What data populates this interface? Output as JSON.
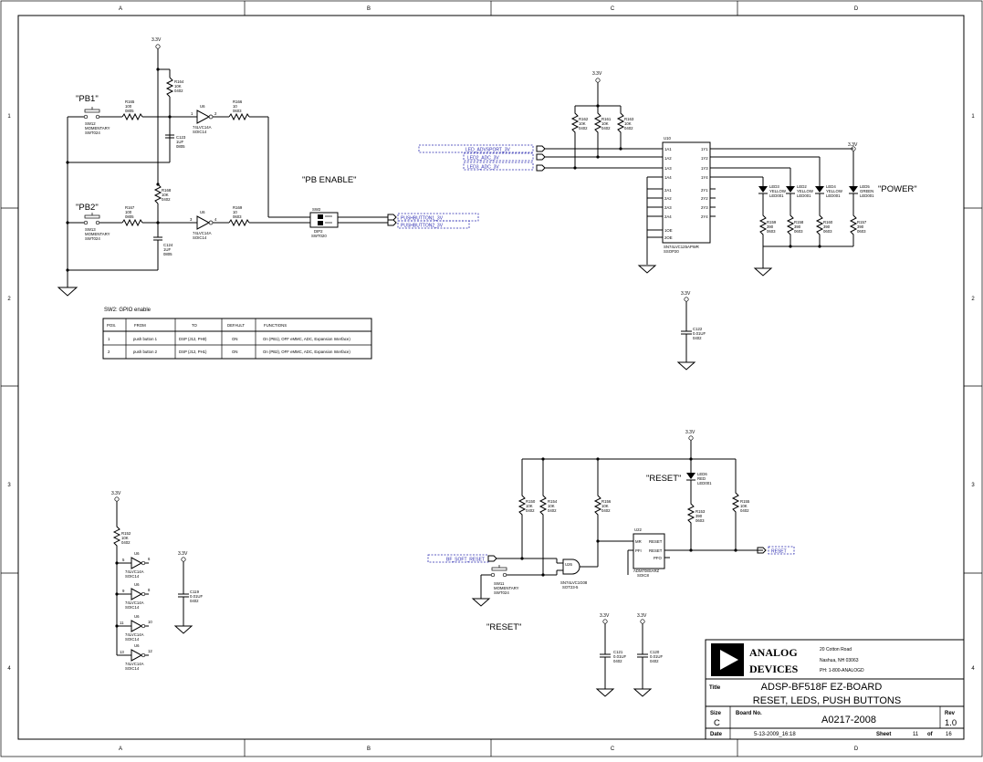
{
  "frame": {
    "columns": [
      "A",
      "B",
      "C",
      "D"
    ],
    "rows": [
      "1",
      "2",
      "3",
      "4"
    ]
  },
  "power": {
    "net": "3.3V"
  },
  "push_buttons": {
    "pb1_label": "\"PB1\"",
    "pb2_label": "\"PB2\"",
    "sw12": [
      "SW12",
      "MOMENTARY",
      "SWT024"
    ],
    "sw13": [
      "SW13",
      "MOMENTARY",
      "SWT024"
    ],
    "r165": [
      "R165",
      "100",
      "0805"
    ],
    "r167": [
      "R167",
      "100",
      "0805"
    ],
    "r164": [
      "R164",
      "10K",
      "0402"
    ],
    "r168": [
      "R168",
      "10K",
      "0402"
    ],
    "c123": [
      "C123",
      "1UF",
      "0805"
    ],
    "c124": [
      "C124",
      "1UF",
      "0805"
    ],
    "u6a": [
      "U6",
      "74LVC14A",
      "SOIC14"
    ],
    "u6b": [
      "U6",
      "74LVC14A",
      "SOIC14"
    ],
    "r166": [
      "R166",
      "10",
      "0603"
    ],
    "r169": [
      "R169",
      "10",
      "0603"
    ],
    "pin1": "1",
    "pin2": "2",
    "pin3": "3",
    "pin4": "4"
  },
  "pb_enable": {
    "label": "\"PB ENABLE\"",
    "sw2": [
      "SW2",
      "DIP2",
      "SWT020"
    ],
    "net1": "PUSHBUTTON1_3V",
    "net2": "PUSHBUTTON2_3V"
  },
  "gpio_table": {
    "caption": "SW2: GPIO enable",
    "headers": [
      "POS.",
      "FROM",
      "TO",
      "DEFAULT",
      "FUNCTIONS"
    ],
    "rows": [
      [
        "1",
        "push button 1",
        "DSP (J12, PH0)",
        "ON",
        "On (PB1), OFF eMMC, ADC, Expansion Interface)"
      ],
      [
        "2",
        "push button 2",
        "DSP (J12, PH1)",
        "ON",
        "On (PB2), OFF eMMC, ADC, Expansion Interface)"
      ]
    ]
  },
  "led_section": {
    "nets": [
      "LED_ADVSPORT_3V",
      "LED2_ADC_3V",
      "LED3_ADC_3V"
    ],
    "r162": [
      "R162",
      "10K",
      "0402"
    ],
    "r161": [
      "R161",
      "10K",
      "0402"
    ],
    "r163": [
      "R163",
      "10K",
      "0402"
    ],
    "u10": [
      "U10",
      "SN74LVC125APWR",
      "SSOP20"
    ],
    "u10_pins_left": [
      "1A1",
      "1A2",
      "1A3",
      "1A4",
      "2A1",
      "2A2",
      "2A3",
      "2A4",
      "1OE",
      "2OE"
    ],
    "u10_pins_right": [
      "1Y1",
      "1Y2",
      "1Y3",
      "1Y4",
      "2Y1",
      "2Y2",
      "2Y3",
      "2Y4"
    ],
    "leds": [
      [
        "LED3",
        "YELLOW",
        "LED001"
      ],
      [
        "LED2",
        "YELLOW",
        "LED001"
      ],
      [
        "LED4",
        "YELLOW",
        "LED001"
      ],
      [
        "LED5",
        "GREEN",
        "LED001"
      ]
    ],
    "led_resistors": [
      [
        "R159",
        "390",
        "0603"
      ],
      [
        "R158",
        "390",
        "0603"
      ],
      [
        "R160",
        "390",
        "0603"
      ],
      [
        "R157",
        "390",
        "0603"
      ]
    ],
    "power_label": "\"POWER\"",
    "c122": [
      "C122",
      "0.01UF",
      "0402"
    ]
  },
  "unused_gates": {
    "r152": [
      "R152",
      "10K",
      "0402"
    ],
    "gate_label": [
      "U6",
      "74LVC14A",
      "SOIC14"
    ],
    "c119": [
      "C119",
      "0.01UF",
      "0402"
    ],
    "pins": [
      "5",
      "6",
      "9",
      "8",
      "11",
      "10",
      "13",
      "12"
    ]
  },
  "reset": {
    "label_top": "\"RESET\"",
    "label_bottom": "\"RESET\"",
    "led6": [
      "LED6",
      "RED",
      "LED001"
    ],
    "r153": [
      "R153",
      "390",
      "0603"
    ],
    "r155": [
      "R155",
      "10K",
      "0402"
    ],
    "r156": [
      "R156",
      "10K",
      "0402"
    ],
    "r154": [
      "R154",
      "10K",
      "0402"
    ],
    "r150": [
      "R150",
      "10K",
      "0402"
    ],
    "u26": [
      "U26",
      "SN74LVC1G08",
      "SOT23-5"
    ],
    "u22": [
      "U22",
      "ADM708SARZ",
      "SOIC8"
    ],
    "u22_pins": [
      "MR",
      "PFI",
      "RESET",
      "RESET",
      "PFO"
    ],
    "sw11": [
      "SW11",
      "MOMENTARY",
      "SWT024"
    ],
    "in_net": "BF_SOFT_RESET",
    "out_net": "RESET",
    "c121": [
      "C121",
      "0.01UF",
      "0402"
    ],
    "c120": [
      "C120",
      "0.01UF",
      "0402"
    ]
  },
  "title_block": {
    "company": [
      "ANALOG",
      "DEVICES"
    ],
    "address": [
      "20 Cotton Road",
      "Nashua, NH 03063",
      "PH: 1-800-ANALOGD"
    ],
    "title_label": "Title",
    "title_line1": "ADSP-BF518F EZ-BOARD",
    "title_line2": "RESET, LEDS, PUSH BUTTONS",
    "size_label": "Size",
    "size": "C",
    "board_label": "Board No.",
    "board_no": "A0217-2008",
    "rev_label": "Rev",
    "rev": "1.0",
    "date_label": "Date",
    "date": "5-13-2009_16:18",
    "sheet_label": "Sheet",
    "sheet": "11",
    "of_label": "of",
    "total": "16"
  }
}
